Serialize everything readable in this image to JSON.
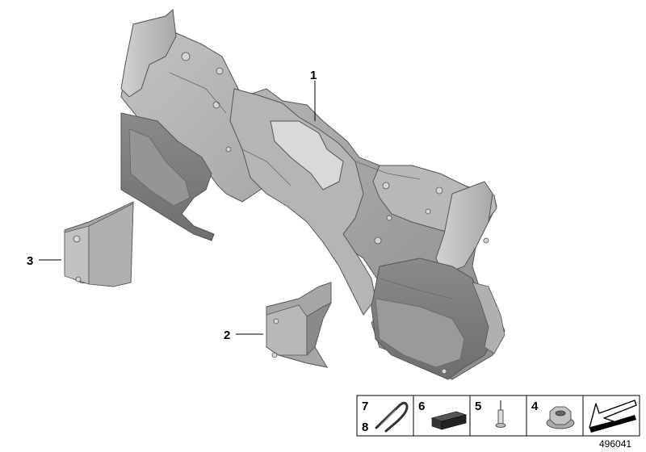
{
  "callouts": [
    {
      "id": "1",
      "label": "1"
    },
    {
      "id": "2",
      "label": "2"
    },
    {
      "id": "3",
      "label": "3"
    }
  ],
  "legend": {
    "items": [
      {
        "numbers": [
          "7",
          "8"
        ],
        "icon": "clip-icon"
      },
      {
        "numbers": [
          "6"
        ],
        "icon": "foam-pad-icon"
      },
      {
        "numbers": [
          "5"
        ],
        "icon": "rivet-icon"
      },
      {
        "numbers": [
          "4"
        ],
        "icon": "flange-nut-icon"
      },
      {
        "numbers": [],
        "icon": "pointer-arrow-icon"
      }
    ]
  },
  "document_number": "496041",
  "colors": {
    "part_fill": "#a9a9a9",
    "part_dark": "#7d7d7d",
    "part_light": "#c8c8c8",
    "outline": "#505050"
  }
}
